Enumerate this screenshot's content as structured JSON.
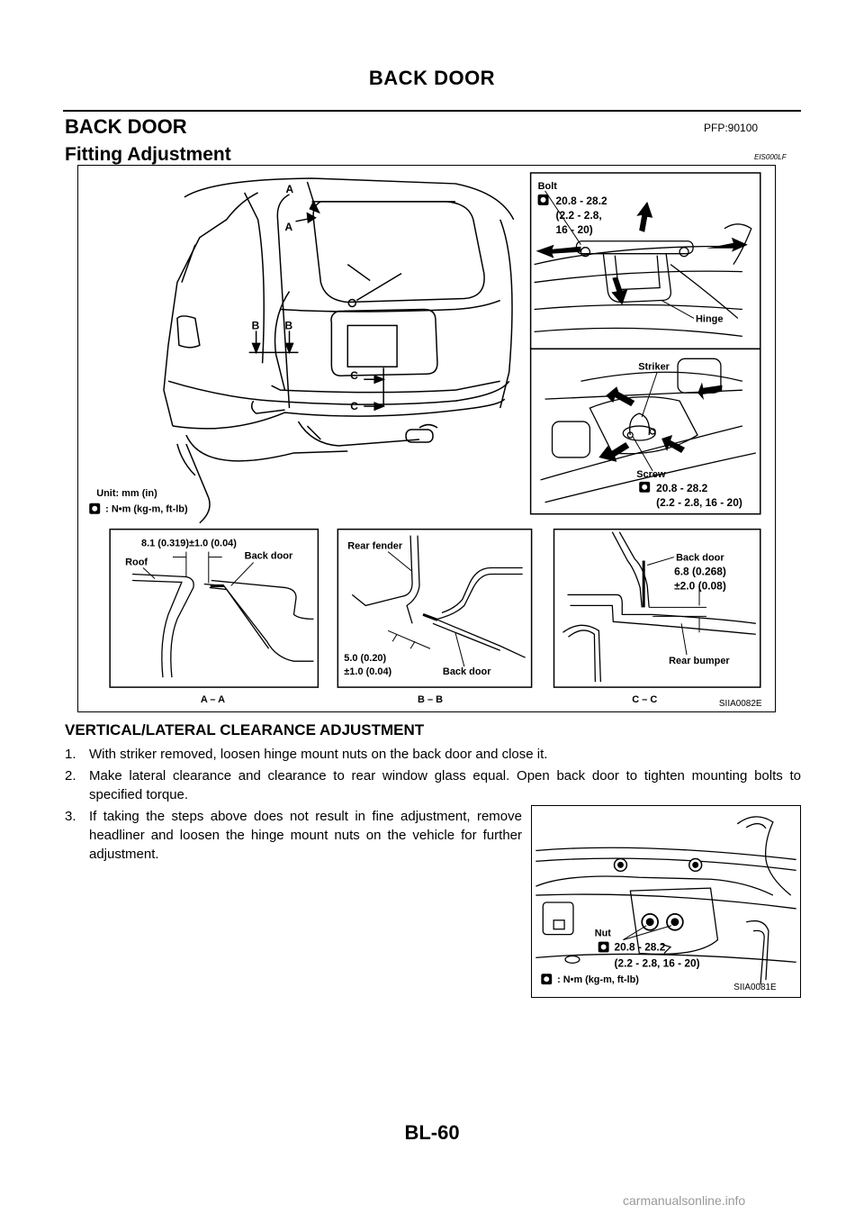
{
  "header": {
    "running_title": "BACK DOOR"
  },
  "section": {
    "title": "BACK DOOR",
    "part_code": "PFP:90100"
  },
  "subsection": {
    "title": "Fitting Adjustment",
    "ref_code": "EIS000LF"
  },
  "figure1": {
    "code": "SIIA0082E",
    "section_markers": {
      "a": "A",
      "b": "B",
      "c": "C"
    },
    "unit_note": "Unit: mm (in)",
    "torque_unit": ": N•m (kg-m, ft-lb)",
    "hinge_panel": {
      "bolt": "Bolt",
      "torque_1": "20.8 - 28.2",
      "torque_2": "(2.2 - 2.8,",
      "torque_3": "16 - 20)",
      "hinge": "Hinge"
    },
    "striker_panel": {
      "striker": "Striker",
      "screw": "Screw",
      "torque_1": "20.8 - 28.2",
      "torque_2": "(2.2 - 2.8, 16 - 20)"
    },
    "section_aa": {
      "dimension": "8.1 (0.319)±1.0 (0.04)",
      "roof": "Roof",
      "back_door": "Back door",
      "caption": "A – A"
    },
    "section_bb": {
      "rear_fender": "Rear fender",
      "dim_1": "5.0 (0.20)",
      "dim_2": "±1.0 (0.04)",
      "back_door": "Back door",
      "caption": "B – B"
    },
    "section_cc": {
      "back_door": "Back door",
      "dim_1": "6.8 (0.268)",
      "dim_2": "±2.0 (0.08)",
      "rear_bumper": "Rear bumper",
      "caption": "C – C"
    }
  },
  "adjustment": {
    "heading": "VERTICAL/LATERAL CLEARANCE ADJUSTMENT",
    "steps": [
      {
        "num": "1.",
        "text": "With striker removed, loosen hinge mount nuts on the back door and close it."
      },
      {
        "num": "2.",
        "text": "Make lateral clearance and clearance to rear window glass equal. Open back door to tighten mounting bolts to specified torque."
      },
      {
        "num": "3.",
        "text": "If taking the steps above does not result in fine adjustment, remove headliner and loosen the hinge mount nuts on the vehicle for further adjustment."
      }
    ]
  },
  "figure2": {
    "code": "SIIA0081E",
    "nut": "Nut",
    "torque_1": "20.8 - 28.2",
    "torque_2": "(2.2 - 2.8, 16 - 20)",
    "torque_unit": ": N•m (kg-m, ft-lb)"
  },
  "footer": {
    "page_number": "BL-60"
  },
  "watermark": "carmanualsonline.info"
}
